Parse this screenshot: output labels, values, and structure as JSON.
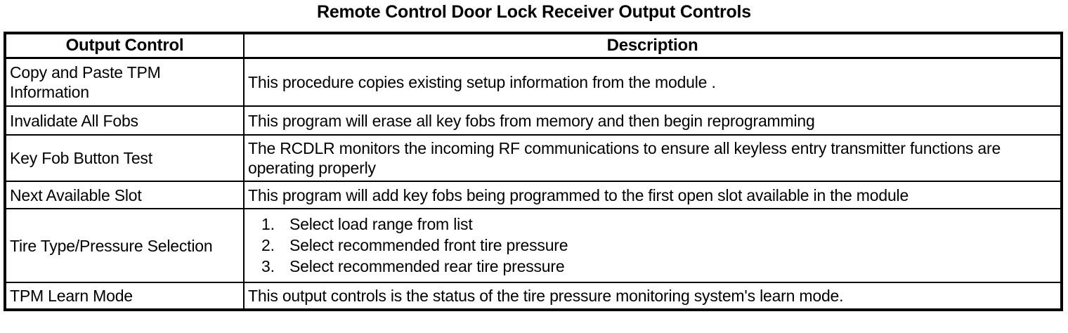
{
  "title": "Remote Control Door Lock Receiver Output Controls",
  "table": {
    "headers": {
      "output_control": "Output Control",
      "description": "Description"
    },
    "rows": [
      {
        "control": "Copy and Paste TPM Information",
        "description": "This procedure copies existing setup information from the module ."
      },
      {
        "control": "Invalidate All Fobs",
        "description": "This program will erase all key fobs from memory and then begin reprogramming"
      },
      {
        "control": "Key Fob Button Test",
        "description": "The RCDLR monitors the incoming RF communications to ensure all keyless entry transmitter functions are operating properly"
      },
      {
        "control": "Next Available Slot",
        "description": "This program will add key fobs being programmed to the first open slot available in the module"
      },
      {
        "control": "Tire Type/Pressure Selection",
        "list": [
          {
            "num": "1.",
            "text": "Select load range from list"
          },
          {
            "num": "2.",
            "text": "Select recommended front tire pressure"
          },
          {
            "num": "3.",
            "text": "Select recommended rear tire pressure"
          }
        ]
      },
      {
        "control": "TPM Learn Mode",
        "description": "This output controls is the status of the tire pressure monitoring system's learn mode."
      }
    ]
  },
  "colors": {
    "background": "#ffffff",
    "text": "#000000",
    "border": "#000000"
  }
}
